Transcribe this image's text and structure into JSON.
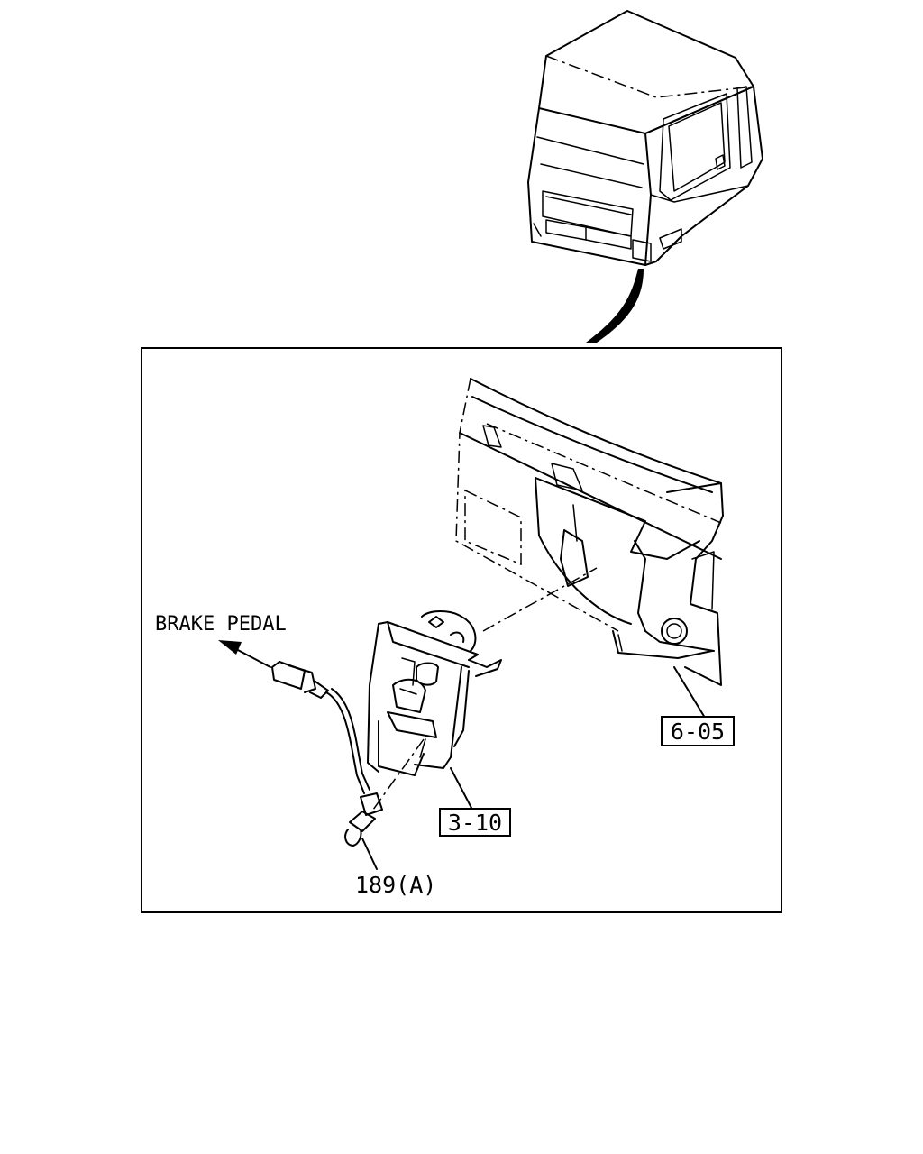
{
  "callouts": {
    "brake_pedal": "BRAKE PEDAL",
    "ref_body": "6-05",
    "ref_pedal": "3-10",
    "part_switch": "189(A)"
  },
  "colors": {
    "line": "#000000",
    "background": "#ffffff"
  }
}
